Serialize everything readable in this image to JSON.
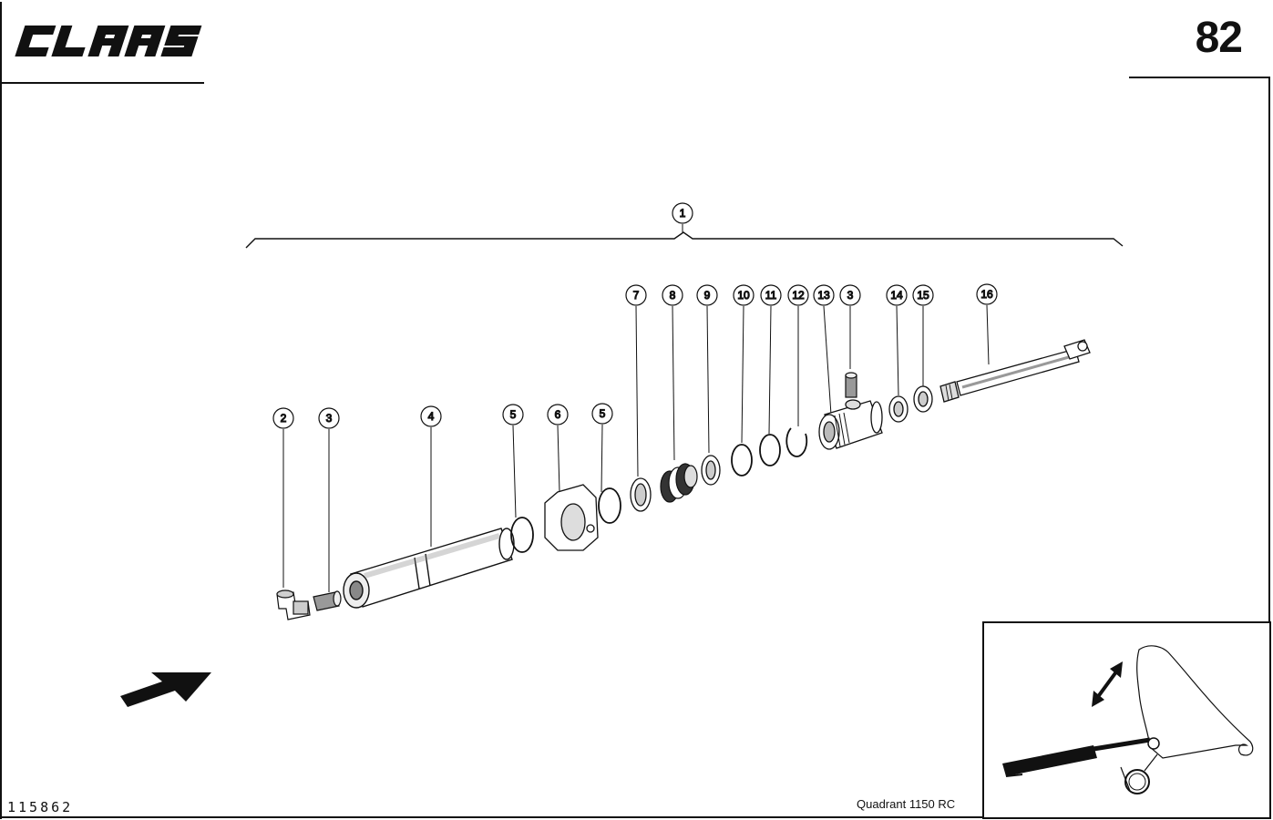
{
  "header": {
    "brand": "CLAAS",
    "page_number": "82"
  },
  "footer": {
    "drawing_number": "115862",
    "model": "Quadrant 1150 RC"
  },
  "callouts": [
    {
      "id": "1"
    },
    {
      "id": "2"
    },
    {
      "id": "3"
    },
    {
      "id": "4"
    },
    {
      "id": "5"
    },
    {
      "id": "6"
    },
    {
      "id": "5"
    },
    {
      "id": "7"
    },
    {
      "id": "8"
    },
    {
      "id": "9"
    },
    {
      "id": "10"
    },
    {
      "id": "11"
    },
    {
      "id": "12"
    },
    {
      "id": "13"
    },
    {
      "id": "3"
    },
    {
      "id": "14"
    },
    {
      "id": "15"
    },
    {
      "id": "16"
    }
  ],
  "colors": {
    "ink": "#111111",
    "paper": "#ffffff",
    "shade": "#bdbdbd"
  }
}
